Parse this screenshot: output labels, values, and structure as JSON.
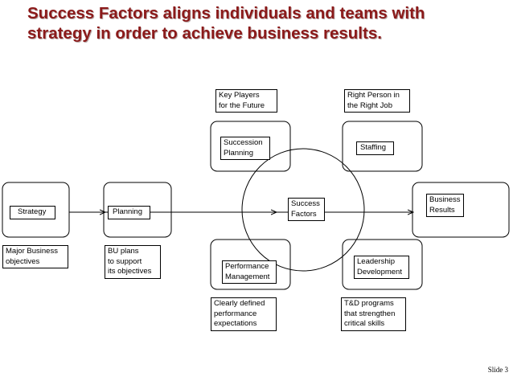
{
  "title": {
    "line1": "Success Factors aligns individuals and teams with",
    "line2": "strategy in order to achieve business results."
  },
  "nodes": {
    "strategy": "Strategy",
    "planning": "Planning",
    "succession": [
      "Succession",
      "Planning"
    ],
    "staffing": "Staffing",
    "success_factors": [
      "Success",
      "Factors"
    ],
    "performance": [
      "Performance",
      "Management"
    ],
    "leadership": [
      "Leadership",
      "Development"
    ],
    "business_results": [
      "Business",
      "Results"
    ]
  },
  "annotations": {
    "key_players": [
      "Key Players",
      "for the Future"
    ],
    "right_person": [
      "Right Person in",
      "the Right Job"
    ],
    "major_business": [
      "Major Business",
      "objectives"
    ],
    "bu_plans": [
      "BU plans",
      "to support",
      "its objectives"
    ],
    "clearly_defined": [
      "Clearly defined",
      "performance",
      "expectations"
    ],
    "td_programs": [
      "T&D programs",
      "that strengthen",
      "critical skills"
    ]
  },
  "footer": {
    "slide": "Slide  3"
  },
  "colors": {
    "title": "#8b1a1a",
    "line": "#000000",
    "background": "#ffffff"
  }
}
